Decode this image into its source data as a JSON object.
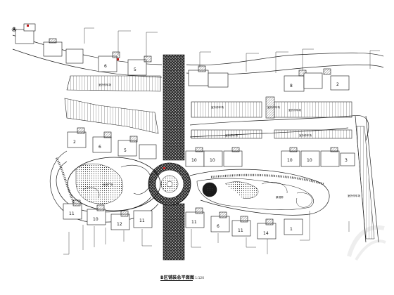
{
  "title": "B区铺装总平面图",
  "scale": "1:120",
  "parking_labels": {
    "upper_left": "室外停车场",
    "upper_right_a": "室外停车场",
    "upper_right_b": "室外停车场",
    "upper_right_c": "室外停车场",
    "lower_a": "室外停车场",
    "lower_b": "室外停车场",
    "east_strip": "室外停车场"
  },
  "area_labels": {
    "west_garden": "休闲广场",
    "east_garden": "景观带"
  },
  "building_numbers": {
    "north_left": [
      "6",
      "5"
    ],
    "north_right": [
      "8",
      "2"
    ],
    "middle_left": [
      "2",
      "6",
      "5"
    ],
    "middle_right": [
      "10",
      "10",
      "10",
      "10",
      "3"
    ],
    "lower_left": [
      "11",
      "10",
      "12",
      "11"
    ],
    "lower_right": [
      "11",
      "6",
      "11",
      "14",
      "1"
    ]
  },
  "colors": {
    "line": "#1a1a1a",
    "hatch": "#444444",
    "paving": "#2a2a2a",
    "accent": "#c01818"
  }
}
